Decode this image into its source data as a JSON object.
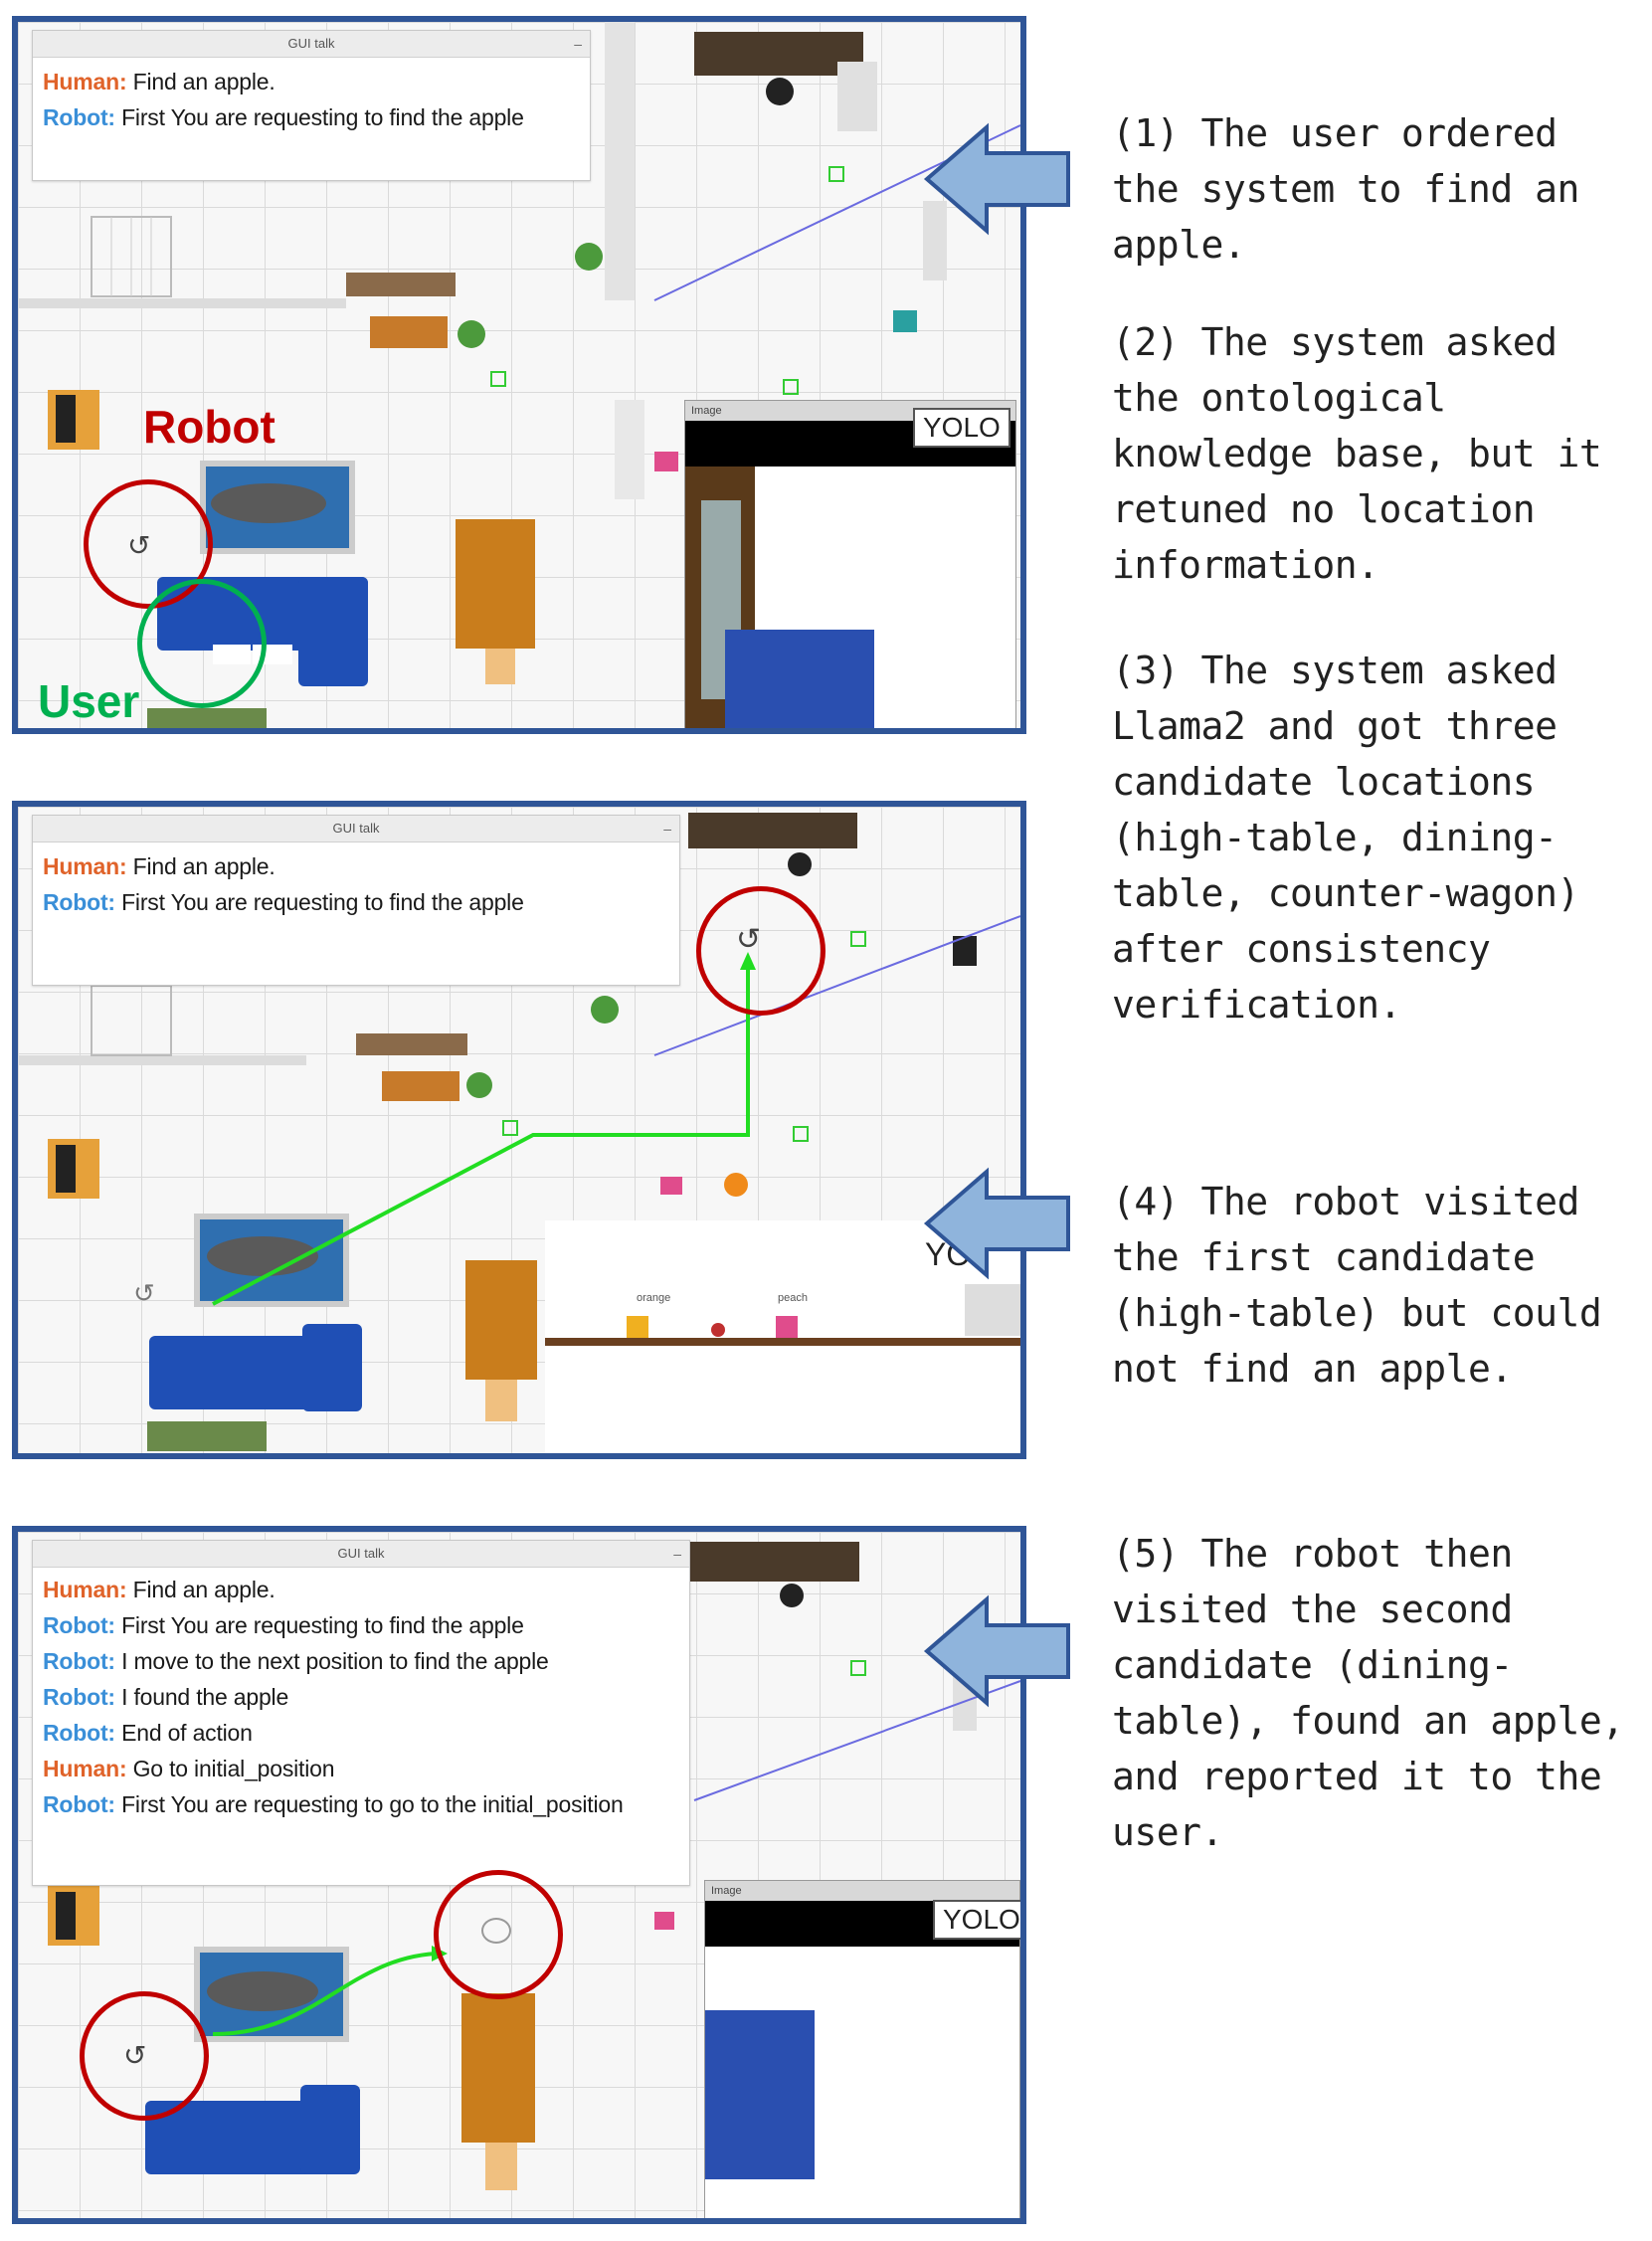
{
  "panel1": {
    "chat_title": "GUI talk",
    "chat": [
      {
        "speaker": "Human:",
        "text": " Find an apple."
      },
      {
        "speaker": "Robot:",
        "text": " First You are requesting to find the apple"
      }
    ],
    "robot_label": "Robot",
    "user_label": "User",
    "image_title": "Image",
    "yolo": "YOLO"
  },
  "panel2": {
    "chat_title": "GUI talk",
    "chat": [
      {
        "speaker": "Human:",
        "text": " Find an apple."
      },
      {
        "speaker": "Robot:",
        "text": " First You are requesting to find the apple"
      }
    ],
    "yolo_partial": "YO",
    "tag_orange": "orange",
    "tag_peach": "peach"
  },
  "panel3": {
    "chat_title": "GUI talk",
    "chat": [
      {
        "speaker": "Human:",
        "text": " Find an apple."
      },
      {
        "speaker": "Robot:",
        "text": " First You are requesting to find the apple"
      },
      {
        "speaker": "Robot:",
        "text": " I move to the next position to find the apple"
      },
      {
        "speaker": "Robot:",
        "text": " I found the apple"
      },
      {
        "speaker": "Robot:",
        "text": " End of action"
      },
      {
        "speaker": "Human:",
        "text": " Go to initial_position"
      },
      {
        "speaker": "Robot:",
        "text": " First You are requesting to go to the initial_position"
      }
    ],
    "image_title": "Image",
    "yolo": "YOLO"
  },
  "captions": [
    [
      "(1) The user ordered",
      "the system to find an",
      "apple."
    ],
    [
      "(2) The system asked",
      "the ontological",
      "knowledge base, but it",
      "retuned no location",
      "information."
    ],
    [
      "(3) The system asked",
      "Llama2 and got three",
      "candidate locations",
      "(high-table, dining-",
      "table, counter-wagon)",
      "after consistency",
      "verification."
    ],
    [
      "(4) The robot visited",
      "the first candidate",
      "(high-table) but could",
      "not find an apple."
    ],
    [
      "(5) The robot then",
      "visited the second",
      "candidate (dining-",
      "table), found an apple,",
      "and reported it to the",
      "user."
    ]
  ],
  "colors": {
    "panel_border": "#2f5597",
    "arrow_fill": "#8fb4dc",
    "arrow_stroke": "#2f5597",
    "robot_red": "#c00000",
    "user_green": "#00b050",
    "path_green": "#22dd22"
  }
}
